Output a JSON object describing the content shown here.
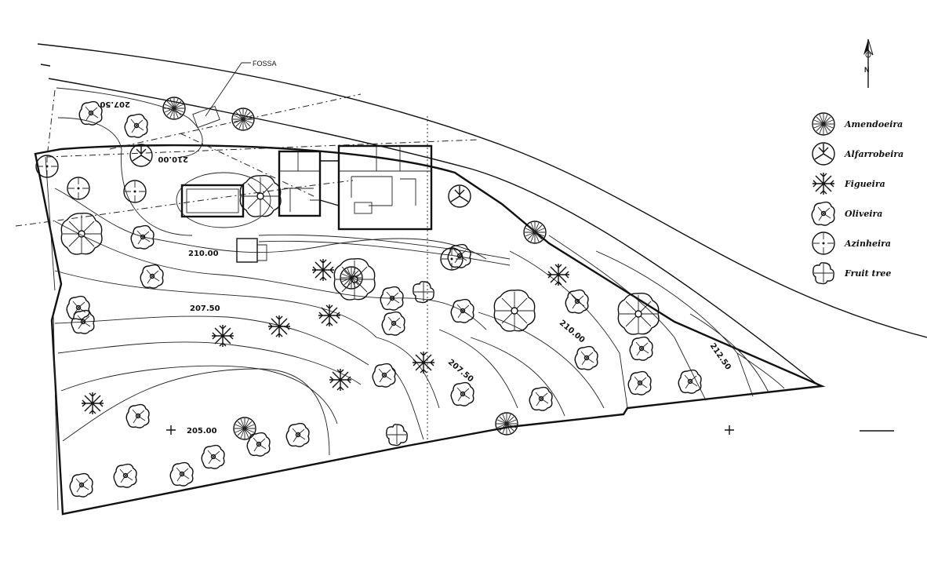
{
  "labels": {
    "fossa": "FOSSA",
    "north": "N",
    "elev_205": "205.00",
    "elev_207_left": "207.50",
    "elev_207_top": "207.50",
    "elev_207_mid": "207.50",
    "elev_210_left": "210.00",
    "elev_210_top": "210.00",
    "elev_210_right": "210.00",
    "elev_212": "212.50"
  },
  "legend": [
    {
      "label": "Amendoeira",
      "icon": "almond-tree-icon"
    },
    {
      "label": "Alfarrobeira",
      "icon": "carob-tree-icon"
    },
    {
      "label": "Figueira",
      "icon": "fig-tree-icon"
    },
    {
      "label": "Oliveira",
      "icon": "olive-tree-icon"
    },
    {
      "label": "Azinheira",
      "icon": "holm-oak-icon"
    },
    {
      "label": "Fruit tree",
      "icon": "fruit-tree-icon"
    }
  ]
}
